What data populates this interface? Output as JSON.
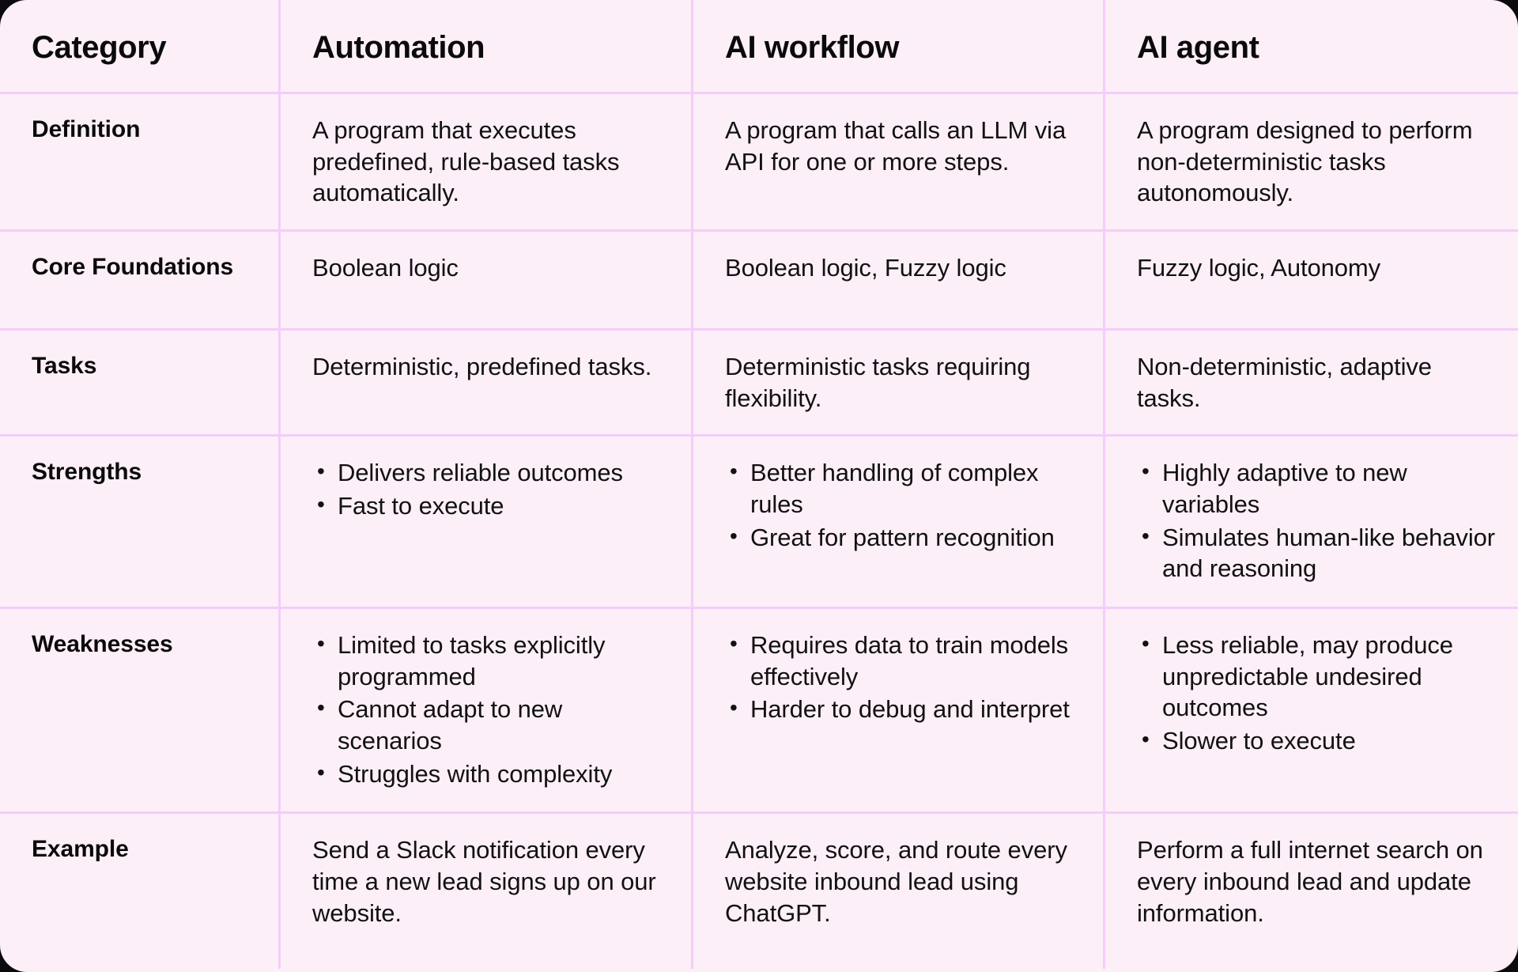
{
  "theme": {
    "card_background": "#fdeff8",
    "border_color": "#f4cdfa",
    "text_color": "#0a0a0a",
    "page_background": "#0b0b0f"
  },
  "table": {
    "headers": [
      "Category",
      "Automation",
      "AI workflow",
      "AI agent"
    ],
    "rows": [
      {
        "label": "Definition",
        "cells": [
          {
            "type": "text",
            "text": "A program that executes predefined, rule-based tasks automatically."
          },
          {
            "type": "text",
            "text": "A program that calls an LLM via API for one or more steps."
          },
          {
            "type": "text",
            "text": "A program designed to perform non-deterministic tasks autonomously."
          }
        ]
      },
      {
        "label": "Core Foundations",
        "cells": [
          {
            "type": "text",
            "text": "Boolean logic"
          },
          {
            "type": "text",
            "text": "Boolean logic, Fuzzy logic"
          },
          {
            "type": "text",
            "text": "Fuzzy logic, Autonomy"
          }
        ]
      },
      {
        "label": "Tasks",
        "cells": [
          {
            "type": "text",
            "text": "Deterministic, predefined tasks."
          },
          {
            "type": "text",
            "text": "Deterministic tasks requiring flexibility."
          },
          {
            "type": "text",
            "text": "Non-deterministic, adaptive tasks."
          }
        ]
      },
      {
        "label": "Strengths",
        "cells": [
          {
            "type": "list",
            "items": [
              "Delivers reliable outcomes",
              "Fast to execute"
            ]
          },
          {
            "type": "list",
            "items": [
              "Better handling of complex rules",
              "Great for pattern recognition"
            ]
          },
          {
            "type": "list",
            "items": [
              "Highly adaptive to new variables",
              " Simulates human-like behavior and reasoning"
            ]
          }
        ]
      },
      {
        "label": "Weaknesses",
        "cells": [
          {
            "type": "list",
            "items": [
              "Limited to tasks explicitly programmed",
              "Cannot adapt to new scenarios",
              "Struggles with complexity"
            ]
          },
          {
            "type": "list",
            "items": [
              "Requires data to train models effectively",
              "Harder to debug and interpret"
            ]
          },
          {
            "type": "list",
            "items": [
              "Less reliable, may produce unpredictable undesired outcomes",
              "Slower to execute"
            ]
          }
        ]
      },
      {
        "label": "Example",
        "cells": [
          {
            "type": "text",
            "text": "Send a Slack notification every time a new lead signs up on our website."
          },
          {
            "type": "text",
            "text": "Analyze, score, and route every website inbound lead using ChatGPT."
          },
          {
            "type": "text",
            "text": "Perform a full internet search on every inbound lead and update information."
          }
        ]
      }
    ]
  }
}
